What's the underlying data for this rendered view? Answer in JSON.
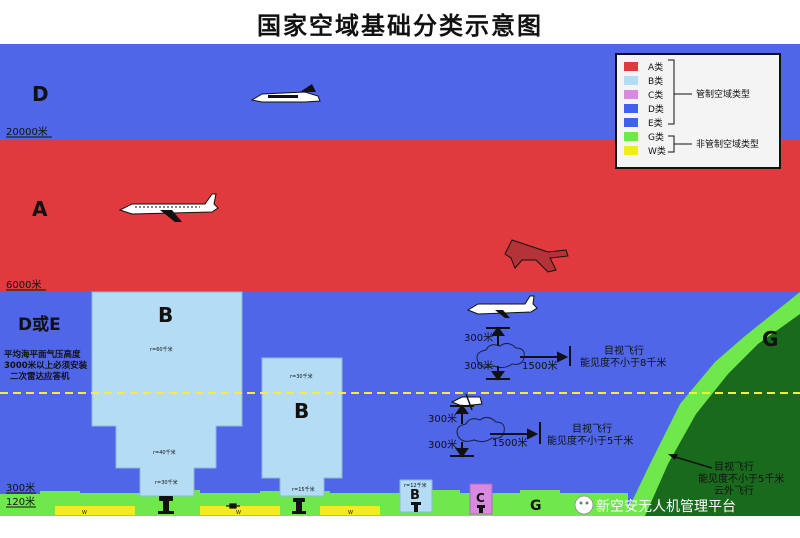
{
  "title": "国家空域基础分类示意图",
  "regions": {
    "class_d_top": "D",
    "class_a": "A",
    "class_d_or_e": "D或E",
    "class_b_large": "B",
    "class_b_medium": "B",
    "class_b_small": "B",
    "class_c_small": "C",
    "class_g_ground": "G",
    "class_g_right": "G",
    "w_zones": [
      "W",
      "W",
      "W"
    ]
  },
  "altitudes": {
    "alt_20000": "20000米",
    "alt_6000": "6000米",
    "alt_300": "300米",
    "alt_120": "120米"
  },
  "transponder_note": [
    "平均海平面气压高度",
    "3000米以上必须安装",
    "二次雷达应答机"
  ],
  "b_radii": {
    "large_upper": "r=60千米",
    "large_lower": "r=40千米",
    "large_base": "r=30千米",
    "medium_upper": "r=30千米",
    "medium_base": "r=15千米",
    "small": "r=12千米"
  },
  "vfr_upper": {
    "above": "300米",
    "below": "300米",
    "horizontal": "1500米",
    "text": [
      "目视飞行",
      "能见度不小于8千米"
    ]
  },
  "vfr_lower": {
    "above": "300米",
    "below": "300米",
    "horizontal": "1500米",
    "text": [
      "目视飞行",
      "能见度不小于5千米"
    ]
  },
  "vfr_g": [
    "目视飞行",
    "能见度不小于5千米",
    "云外飞行"
  ],
  "legend": {
    "items": [
      {
        "label": "A类",
        "color": "#e0393e"
      },
      {
        "label": "B类",
        "color": "#b4dcf5"
      },
      {
        "label": "C类",
        "color": "#d98ae0"
      },
      {
        "label": "D类",
        "color": "#4060f0"
      },
      {
        "label": "E类",
        "color": "#4060f0"
      },
      {
        "label": "G类",
        "color": "#6ee84a"
      },
      {
        "label": "W类",
        "color": "#f0ee1a"
      }
    ],
    "controlled": "管制空域类型",
    "uncontrolled": "非管制空域类型"
  },
  "watermark": "新空安无人机管理平台",
  "colors": {
    "sky_blue": "#4f66e8",
    "class_a_red": "#e0393e",
    "class_b_light": "#b4dcf5",
    "class_c": "#d98ae0",
    "class_g_green": "#6ee84a",
    "class_g_dark": "#1a6a1e",
    "class_w_yellow": "#f0ee1a"
  }
}
